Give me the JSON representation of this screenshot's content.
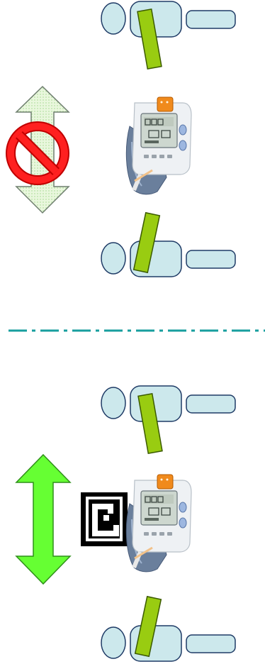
{
  "scene": {
    "top_panel": {
      "arrow_state": "prohibited",
      "arrow_color": "#e8f7d8",
      "prohibition_color": "#e8141c",
      "marker": "none"
    },
    "bottom_panel": {
      "arrow_state": "allowed",
      "arrow_color": "#66ff33",
      "marker": "fiducial-marker"
    },
    "divider": {
      "style": "dash-dot",
      "color": "#179e9e"
    },
    "colors": {
      "body_fill": "#cce8ec",
      "body_stroke": "#1f3b66",
      "arm_fill": "#99cc11",
      "arm_stroke": "#3b5a00",
      "device_cuff": "#6a7f9c",
      "device_accent": "#f08a1c"
    },
    "icons": [
      "person-top-view-icon",
      "blood-pressure-monitor-icon",
      "double-arrow-icon",
      "no-entry-icon",
      "fiducial-marker-icon"
    ]
  }
}
